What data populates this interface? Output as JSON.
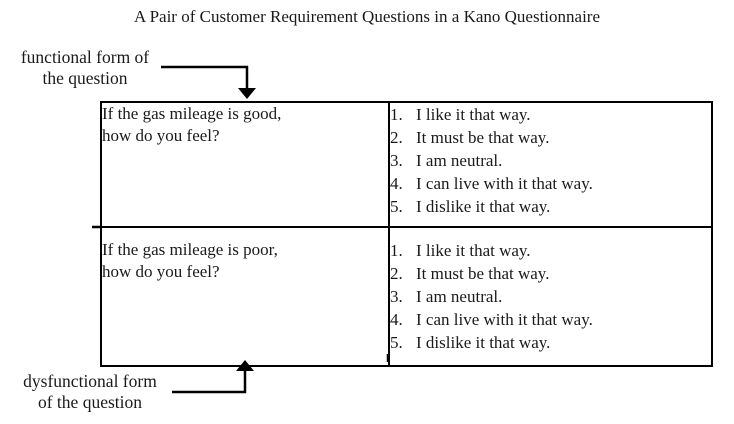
{
  "title": "A Pair of Customer Requirement Questions in a Kano Questionnaire",
  "labels": {
    "functional": "functional form of\nthe question",
    "dysfunctional": "dysfunctional form\nof the question"
  },
  "table": {
    "rows": [
      {
        "question": "If the gas mileage is good,\nhow do you feel?",
        "options": [
          {
            "n": "1.",
            "text": "I like it that way."
          },
          {
            "n": "2.",
            "text": "It must be that way."
          },
          {
            "n": "3.",
            "text": "I am neutral."
          },
          {
            "n": "4.",
            "text": "I can live with it that way."
          },
          {
            "n": "5.",
            "text": "I dislike it that way."
          }
        ]
      },
      {
        "question": "If the gas mileage is poor,\nhow do you feel?",
        "options": [
          {
            "n": "1.",
            "text": "I like it that way."
          },
          {
            "n": "2.",
            "text": "It must be that way."
          },
          {
            "n": "3.",
            "text": "I am neutral."
          },
          {
            "n": "4.",
            "text": "I can live with it that way."
          },
          {
            "n": "5.",
            "text": "I dislike it that way."
          }
        ]
      }
    ]
  },
  "colors": {
    "text": "#1a1a1a",
    "border": "#000000",
    "arrow": "#000000",
    "background": "#ffffff"
  }
}
